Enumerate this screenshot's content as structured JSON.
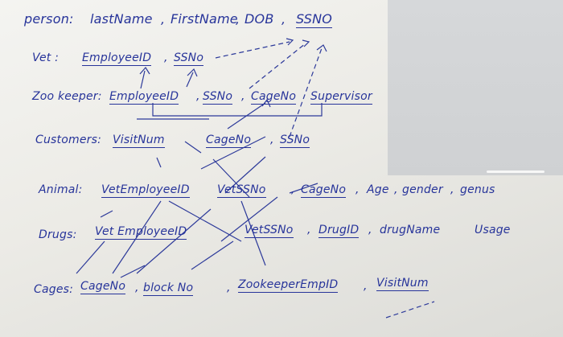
{
  "relations": {
    "person": {
      "label": "person:",
      "attrs": [
        "lastName",
        "FirstName",
        "DOB",
        "SSNO"
      ],
      "seps": [
        ",",
        ",",
        ","
      ]
    },
    "vet": {
      "label": "Vet :",
      "attrs": [
        "EmployeeID",
        "SSNo"
      ],
      "seps": [
        ","
      ]
    },
    "zookeeper": {
      "label": "Zoo keeper:",
      "attrs": [
        "EmployeeID",
        "SSNo",
        "CageNo",
        "Supervisor"
      ],
      "seps": [
        ",",
        ","
      ]
    },
    "customer": {
      "label": "Customers:",
      "attrs": [
        "VisitNum",
        "CageNo",
        "SSNo"
      ],
      "seps": [
        ",",
        ","
      ]
    },
    "animal": {
      "label": "Animal:",
      "attrs": [
        "VetEmployeeID",
        "VetSSNo",
        "CageNo",
        "Age",
        "gender",
        "genus"
      ],
      "seps": [
        ",",
        ",",
        ",",
        ",",
        ","
      ]
    },
    "drugs": {
      "label": "Drugs:",
      "attrs": [
        "Vet EmployeeID",
        "VetSSNo",
        "DrugID",
        "drugName",
        "Usage"
      ],
      "seps": [
        ",",
        ",",
        ",",
        ","
      ]
    },
    "cages": {
      "label": "Cages:",
      "attrs": [
        "CageNo",
        "block No",
        "ZookeeperEmpID",
        "VisitNum"
      ],
      "seps": [
        ",",
        ",",
        ","
      ]
    }
  }
}
